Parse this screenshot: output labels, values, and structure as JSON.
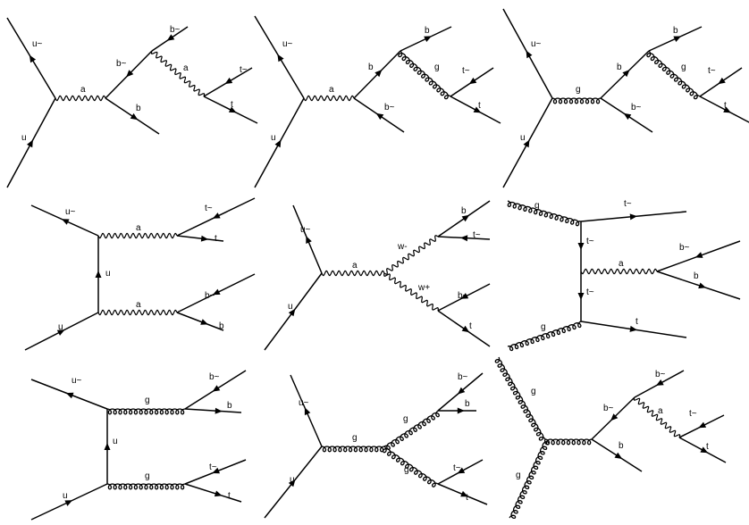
{
  "diagrams": [
    {
      "id": "d1",
      "props": [
        {
          "kind": "fermion",
          "dir": "in",
          "label": "u"
        },
        {
          "kind": "fermion",
          "dir": "out",
          "label": "u~"
        },
        {
          "kind": "photon",
          "label": "a"
        },
        {
          "kind": "fermion",
          "dir": "out",
          "label": "b"
        },
        {
          "kind": "fermion",
          "dir": "in",
          "label": "b~"
        },
        {
          "kind": "fermion",
          "dir": "in",
          "label": "b~"
        },
        {
          "kind": "photon",
          "label": "a"
        },
        {
          "kind": "fermion",
          "dir": "in",
          "label": "t~"
        },
        {
          "kind": "fermion",
          "dir": "out",
          "label": "t"
        }
      ]
    },
    {
      "id": "d2",
      "props": [
        {
          "kind": "fermion",
          "dir": "in",
          "label": "u"
        },
        {
          "kind": "fermion",
          "dir": "out",
          "label": "u~"
        },
        {
          "kind": "photon",
          "label": "a"
        },
        {
          "kind": "fermion",
          "dir": "out",
          "label": "b"
        },
        {
          "kind": "fermion",
          "dir": "in",
          "label": "b~"
        },
        {
          "kind": "fermion",
          "dir": "out",
          "label": "b"
        },
        {
          "kind": "gluon",
          "label": "g"
        },
        {
          "kind": "fermion",
          "dir": "in",
          "label": "t~"
        },
        {
          "kind": "fermion",
          "dir": "out",
          "label": "t"
        }
      ]
    },
    {
      "id": "d3",
      "props": [
        {
          "kind": "fermion",
          "dir": "in",
          "label": "u"
        },
        {
          "kind": "fermion",
          "dir": "out",
          "label": "u~"
        },
        {
          "kind": "gluon",
          "label": "g"
        },
        {
          "kind": "fermion",
          "dir": "out",
          "label": "b"
        },
        {
          "kind": "fermion",
          "dir": "in",
          "label": "b~"
        },
        {
          "kind": "fermion",
          "dir": "out",
          "label": "b"
        },
        {
          "kind": "gluon",
          "label": "g"
        },
        {
          "kind": "fermion",
          "dir": "in",
          "label": "t~"
        },
        {
          "kind": "fermion",
          "dir": "out",
          "label": "t"
        }
      ]
    },
    {
      "id": "d4",
      "props": [
        {
          "kind": "fermion",
          "dir": "out",
          "label": "u~"
        },
        {
          "kind": "fermion",
          "dir": "in",
          "label": "u"
        },
        {
          "kind": "fermion",
          "dir": "up",
          "label": "u"
        },
        {
          "kind": "photon",
          "label": "a"
        },
        {
          "kind": "photon",
          "label": "a"
        },
        {
          "kind": "fermion",
          "dir": "in",
          "label": "t~"
        },
        {
          "kind": "fermion",
          "dir": "out",
          "label": "t"
        },
        {
          "kind": "fermion",
          "dir": "in",
          "label": "b~"
        },
        {
          "kind": "fermion",
          "dir": "out",
          "label": "b"
        }
      ]
    },
    {
      "id": "d5",
      "props": [
        {
          "kind": "fermion",
          "dir": "in",
          "label": "u"
        },
        {
          "kind": "fermion",
          "dir": "out",
          "label": "u~"
        },
        {
          "kind": "photon",
          "label": "a"
        },
        {
          "kind": "photon",
          "label": "w-"
        },
        {
          "kind": "photon",
          "label": "w+"
        },
        {
          "kind": "fermion",
          "dir": "out",
          "label": "b"
        },
        {
          "kind": "fermion",
          "dir": "in",
          "label": "t~"
        },
        {
          "kind": "fermion",
          "dir": "in",
          "label": "b~"
        },
        {
          "kind": "fermion",
          "dir": "out",
          "label": "t"
        }
      ]
    },
    {
      "id": "d6",
      "props": [
        {
          "kind": "gluon",
          "label": "g"
        },
        {
          "kind": "gluon",
          "label": "g"
        },
        {
          "kind": "fermion",
          "dir": "out",
          "label": "t~"
        },
        {
          "kind": "fermion",
          "dir": "down",
          "label": "t~"
        },
        {
          "kind": "fermion",
          "dir": "down",
          "label": "t~"
        },
        {
          "kind": "fermion",
          "dir": "out",
          "label": "t"
        },
        {
          "kind": "photon",
          "label": "a"
        },
        {
          "kind": "fermion",
          "dir": "in",
          "label": "b~"
        },
        {
          "kind": "fermion",
          "dir": "out",
          "label": "b"
        }
      ]
    },
    {
      "id": "d7",
      "props": [
        {
          "kind": "fermion",
          "dir": "out",
          "label": "u~"
        },
        {
          "kind": "fermion",
          "dir": "in",
          "label": "u"
        },
        {
          "kind": "fermion",
          "dir": "up",
          "label": "u"
        },
        {
          "kind": "gluon",
          "label": "g"
        },
        {
          "kind": "gluon",
          "label": "g"
        },
        {
          "kind": "fermion",
          "dir": "in",
          "label": "b~"
        },
        {
          "kind": "fermion",
          "dir": "out",
          "label": "b"
        },
        {
          "kind": "fermion",
          "dir": "in",
          "label": "t~"
        },
        {
          "kind": "fermion",
          "dir": "out",
          "label": "t"
        }
      ]
    },
    {
      "id": "d8",
      "props": [
        {
          "kind": "fermion",
          "dir": "in",
          "label": "u"
        },
        {
          "kind": "fermion",
          "dir": "out",
          "label": "u~"
        },
        {
          "kind": "gluon",
          "label": "g"
        },
        {
          "kind": "gluon",
          "label": "g"
        },
        {
          "kind": "gluon",
          "label": "g"
        },
        {
          "kind": "fermion",
          "dir": "out",
          "label": "b"
        },
        {
          "kind": "fermion",
          "dir": "in",
          "label": "b~"
        },
        {
          "kind": "fermion",
          "dir": "in",
          "label": "t~"
        },
        {
          "kind": "fermion",
          "dir": "out",
          "label": "t"
        }
      ]
    },
    {
      "id": "d9",
      "props": [
        {
          "kind": "gluon",
          "label": "g"
        },
        {
          "kind": "gluon",
          "label": "g"
        },
        {
          "kind": "gluon",
          "label": ""
        },
        {
          "kind": "fermion",
          "dir": "out",
          "label": "b"
        },
        {
          "kind": "fermion",
          "dir": "in",
          "label": "b~"
        },
        {
          "kind": "fermion",
          "dir": "in",
          "label": "b~"
        },
        {
          "kind": "photon",
          "label": "a"
        },
        {
          "kind": "fermion",
          "dir": "in",
          "label": "t~"
        },
        {
          "kind": "fermion",
          "dir": "out",
          "label": "t"
        }
      ]
    }
  ]
}
